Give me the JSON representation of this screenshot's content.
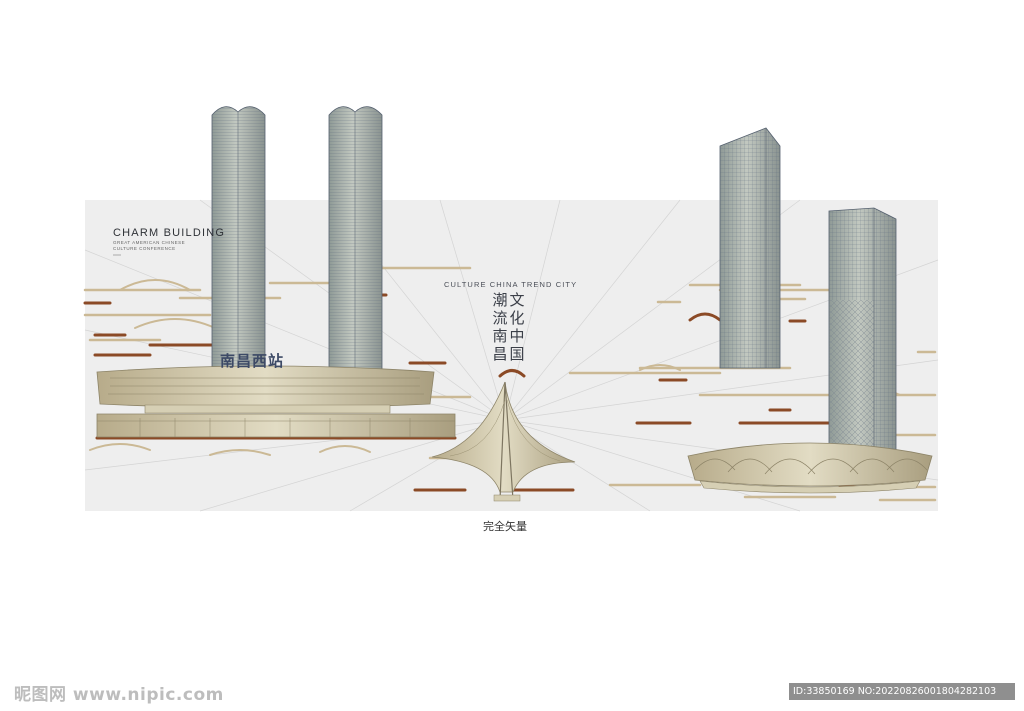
{
  "poster": {
    "title": "CHARM BUILDING",
    "subtitle_lines": [
      "GREAT AMERICAN CHINESE",
      "CULTURE CONFERENCE"
    ],
    "tagline": "CULTURE CHINA TREND CITY",
    "slogan_columns": [
      "潮流南昌",
      "文化中国"
    ],
    "station_sign": "南昌西站",
    "caption": "完全矢量"
  },
  "watermark": {
    "site": "昵图网 www.nipic.com",
    "id_text": "ID:33850169 NO:20220826001804282103"
  },
  "colors": {
    "background_panel": "#eeeeee",
    "brown_accent": "#8b4a26",
    "gold_line": "#c9b48f",
    "tower_glass": "#a9b0aa",
    "tower_edge": "#5a6677"
  }
}
